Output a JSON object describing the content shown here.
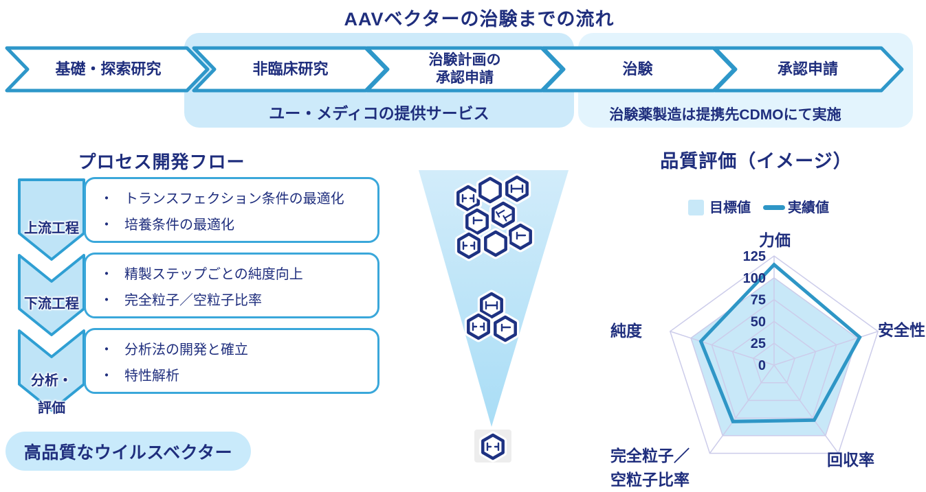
{
  "title": "AAVベクターの治験までの流れ",
  "flow": {
    "steps": [
      {
        "label": "基礎・探索研究"
      },
      {
        "label": "非臨床研究"
      },
      {
        "label": "治験計画の承認申請",
        "line1": "治験計画の",
        "line2": "承認申請"
      },
      {
        "label": "治験"
      },
      {
        "label": "承認申請"
      }
    ],
    "service_banner": "ユー・メディコの提供サービス",
    "cdmo_note": "治験薬製造は提携先CDMOにて実施"
  },
  "process": {
    "title": "プロセス開発フロー",
    "stages": [
      {
        "label": "上流工程",
        "bullets": [
          "トランスフェクション条件の最適化",
          "培養条件の最適化"
        ]
      },
      {
        "label": "下流工程",
        "bullets": [
          "精製ステップごとの純度向上",
          "完全粒子／空粒子比率"
        ]
      },
      {
        "label": "分析・評価",
        "label_line1": "分析・",
        "label_line2": "評価",
        "bullets": [
          "分析法の開発と確立",
          "特性解析"
        ]
      }
    ],
    "result": "高品質なウイルスベクター"
  },
  "quality": {
    "title": "品質評価（イメージ）",
    "legend": {
      "target": "目標値",
      "actual": "実績値"
    },
    "axis_labels": {
      "top": "力価",
      "right": "安全性",
      "bottom_right": "回収率",
      "bottom_left_line1": "完全粒子／",
      "bottom_left_line2": "空粒子比率",
      "left": "純度"
    }
  },
  "chart_data": {
    "type": "radar",
    "axes": [
      "力価",
      "安全性",
      "回収率",
      "完全粒子／空粒子比率",
      "純度"
    ],
    "ticks": [
      0,
      25,
      50,
      75,
      100,
      125
    ],
    "max": 125,
    "grid": true,
    "legend_position": "top",
    "series": [
      {
        "name": "目標値",
        "style": "filled-area",
        "color": "#c8e8f8",
        "values": [
          100,
          100,
          100,
          100,
          100
        ]
      },
      {
        "name": "実績値",
        "style": "line",
        "color": "#2e96c6",
        "values": [
          115,
          103,
          78,
          80,
          88
        ]
      }
    ]
  },
  "colors": {
    "navy_text": "#1f2e7d",
    "chevron_border": "#2e97c9",
    "banner_service": "#cdeafa",
    "banner_cdmo": "#e3f4fd",
    "stage_arrow_fill": "#bfe4f7",
    "stage_arrow_border": "#2f9fd3",
    "box_border": "#3aa7da",
    "pill_bg": "#c9eafb",
    "funnel_fill": "#c6e7f8",
    "hexagon_navy": "#1e3282",
    "radar_grid": "#ccccea",
    "radar_target_fill": "#c8e8f8",
    "radar_actual_line": "#2e96c6"
  }
}
